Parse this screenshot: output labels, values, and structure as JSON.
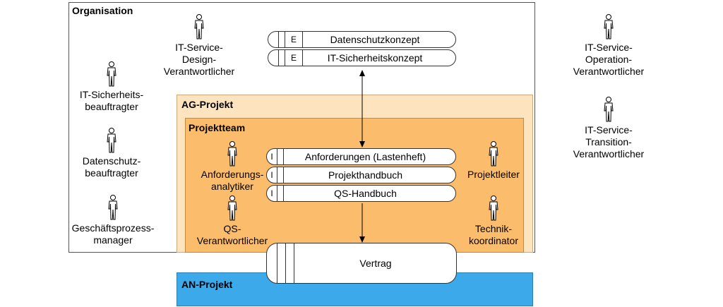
{
  "containers": {
    "organisation": "Organisation",
    "ag_project": "AG-Projekt",
    "project_team": "Projektteam",
    "an_project": "AN-Projekt"
  },
  "org_roles": {
    "it_service_design": "IT-Service-\nDesign-\nVerantwortlicher",
    "it_security_officer": "IT-Sicherheits-\nbeauftragter",
    "data_protection_officer": "Datenschutz-\nbeauftragter",
    "business_process_manager": "Geschäftsprozess-\nmanager",
    "it_service_operation": "IT-Service-\nOperation-\nVerantwortlicher",
    "it_service_transition": "IT-Service-\nTransition-\nVerantwortlicher"
  },
  "team_roles": {
    "requirements_analyst": "Anforderungs-\nanalytiker",
    "qa_officer": "QS-\nVerantwortlicher",
    "project_lead": "Projektleiter",
    "tech_coordinator": "Technik-\nkoordinator"
  },
  "org_documents": [
    {
      "marker": "E",
      "label": "Datenschutzkonzept"
    },
    {
      "marker": "E",
      "label": "IT-Sicherheitskonzept"
    }
  ],
  "team_documents": [
    {
      "marker": "I",
      "label": "Anforderungen (Lastenheft)"
    },
    {
      "marker": "I",
      "label": "Projekthandbuch"
    },
    {
      "marker": "I",
      "label": "QS-Handbuch"
    }
  ],
  "contract": {
    "label": "Vertrag"
  },
  "colors": {
    "ag_fill": "#fde4be",
    "team_fill": "#fbbd6c",
    "an_fill": "#3ba9ea"
  },
  "icons": {
    "person": "person-icon"
  }
}
